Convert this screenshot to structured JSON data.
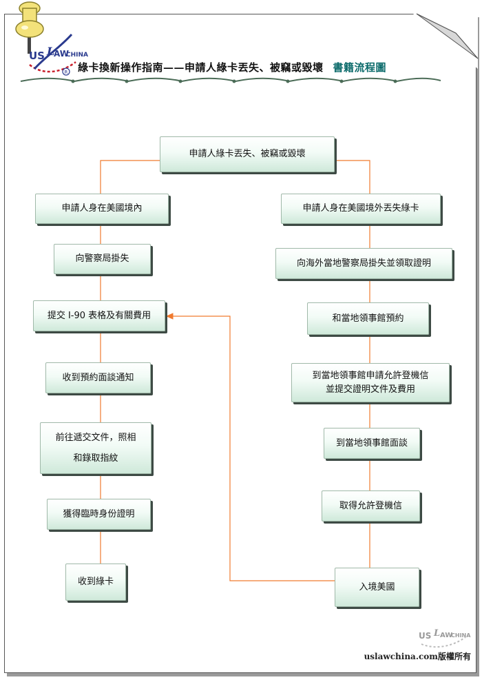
{
  "header": {
    "title": "綠卡換新操作指南——申請人綠卡丟失、被竊或毀壞",
    "subtitle": "書籍流程圖",
    "logo_text": "US LAWCHINA"
  },
  "flowchart": {
    "root": "申請人綠卡丟失、被竊或毀壞",
    "left_branch": [
      "申請人身在美國境內",
      "向警察局掛失",
      "提交 I-90 表格及有關費用",
      "收到預約面談通知",
      [
        "前往遞交文件，照相",
        "和錄取指紋"
      ],
      "獲得臨時身份證明",
      "收到綠卡"
    ],
    "right_branch": [
      "申請人身在美國境外丟失綠卡",
      "向海外當地警察局掛失並領取證明",
      "和當地領事館預約",
      [
        "到當地領事館申請允許登機信",
        "並提交證明文件及費用"
      ],
      "到當地領事館面談",
      "取得允許登機信",
      "入境美國"
    ]
  },
  "footer": {
    "watermark": "US LAWCHINA",
    "copyright": "uslawchina.com版權所有"
  },
  "colors": {
    "connector": "#f07a2e",
    "box_border": "#9fb8a8",
    "box_shadow": "#3d4a44",
    "subtitle": "#0a6a6a",
    "logo_red": "#c81e2a",
    "logo_blue": "#2a3a8e",
    "pin_yellow": "#f3e27a"
  }
}
